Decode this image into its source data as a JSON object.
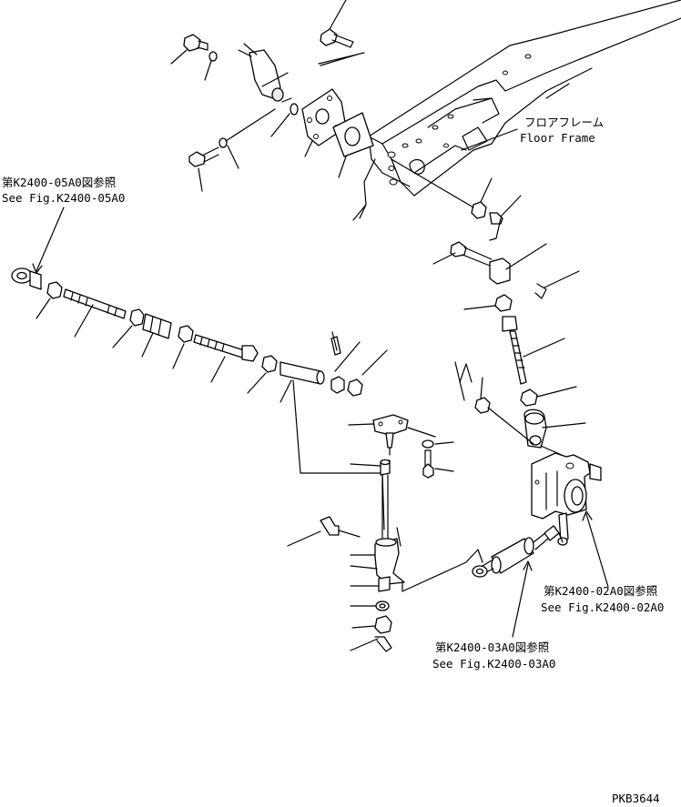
{
  "labels": {
    "floor_frame_jp": "フロアフレーム",
    "floor_frame_en": "Floor Frame",
    "ref_05_jp": "第K2400-05A0図参照",
    "ref_05_en": "See Fig.K2400-05A0",
    "ref_02_jp": "第K2400-02A0図参照",
    "ref_02_en": "See Fig.K2400-02A0",
    "ref_03_jp": "第K2400-03A0図参照",
    "ref_03_en": "See Fig.K2400-03A0",
    "drawing_code": "PKB3644"
  }
}
